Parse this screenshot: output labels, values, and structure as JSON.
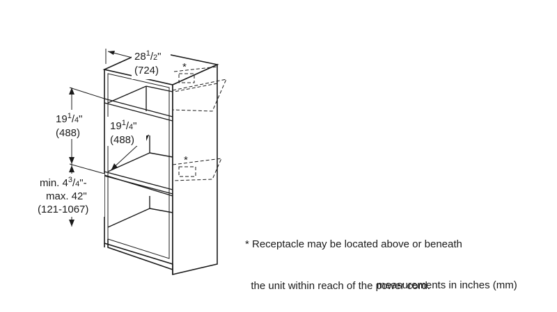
{
  "dimensions": {
    "width": {
      "whole": "28",
      "frac_num": "1",
      "frac_den": "2",
      "unit": "\"",
      "mm": "(724)"
    },
    "upper_opening": {
      "whole": "19",
      "frac_num": "1",
      "frac_den": "4",
      "unit": "\"",
      "mm": "(488)"
    },
    "inner_depth": {
      "whole": "19",
      "frac_num": "1",
      "frac_den": "4",
      "unit": "\"",
      "mm": "(488)"
    },
    "height_range": {
      "min_prefix": "min. 4",
      "min_frac_num": "3",
      "min_frac_den": "4",
      "min_suffix": "\"-",
      "max": "max. 42\"",
      "mm": "(121-1067)"
    }
  },
  "markers": {
    "receptacle_star": "*"
  },
  "note": {
    "line1": "* Receptacle may be located above or beneath",
    "line2": "  the unit within reach of the power cord."
  },
  "footer": "measurements in inches (mm)"
}
